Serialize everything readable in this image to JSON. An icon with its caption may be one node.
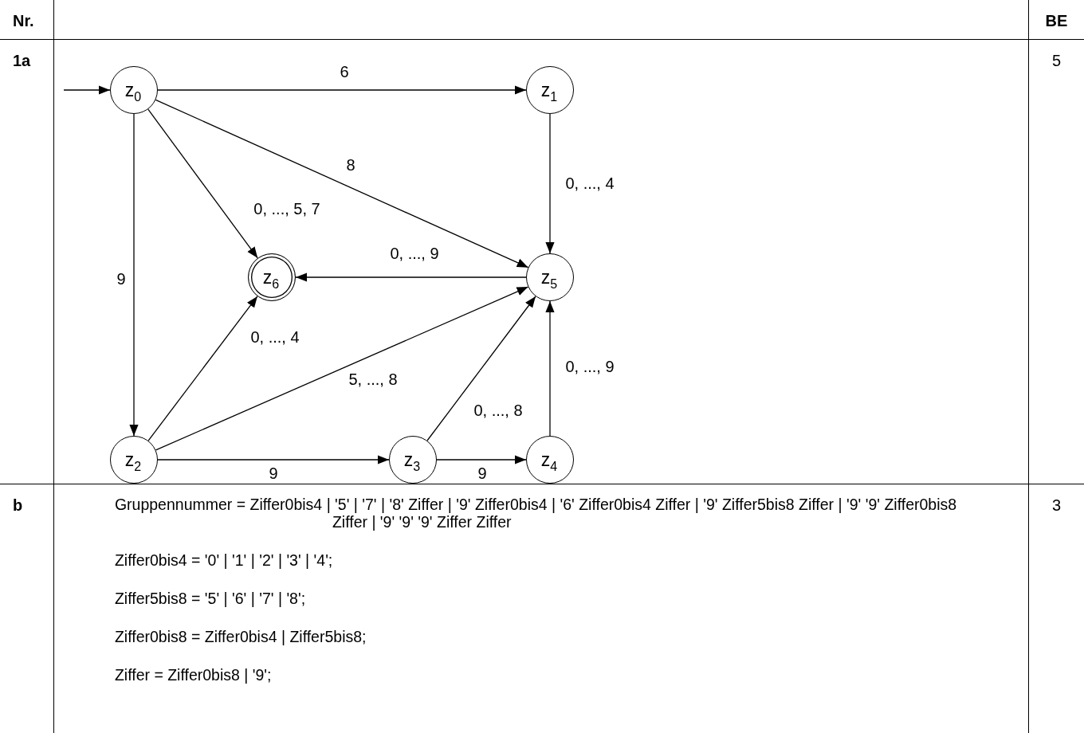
{
  "diagram": {
    "nodes": [
      {
        "text": [
          "z$_{0}$"
        ]
      },
      {
        "text": [
          "z$_{1}$"
        ]
      },
      {
        "text": [
          "z$_{6}$"
        ]
      },
      {
        "text": [
          "z$_{5}$"
        ]
      },
      {
        "text": [
          "z$_{2}$"
        ]
      },
      {
        "text": [
          "z$_{3}$"
        ]
      },
      {
        "text": [
          "z$_{4}$"
        ]
      }
    ],
    "edges": [
      {
        "from": null,
        "to": 0,
        "arrow": "to"
      },
      {
        "from": 0,
        "to": 1,
        "arrow": "to",
        "label": "6"
      },
      {
        "from": 0,
        "to": 3,
        "arrow": "to",
        "label": "8"
      },
      {
        "from": 0,
        "to": 2,
        "arrow": "to",
        "label": "0, ..., 5, 7"
      },
      {
        "from": 0,
        "to": 4,
        "arrow": "to",
        "label": "9"
      },
      {
        "from": 1,
        "to": 3,
        "arrow": "to",
        "label": "0, ..., 4"
      },
      {
        "from": 3,
        "to": 2,
        "arrow": "to",
        "label": "0, ..., 9"
      },
      {
        "from": 4,
        "to": 2,
        "arrow": "to",
        "label": "0, ..., 4"
      },
      {
        "from": 4,
        "to": 3,
        "arrow": "to",
        "label": "5, ..., 8"
      },
      {
        "from": 4,
        "to": 5,
        "arrow": "to",
        "label": "9"
      },
      {
        "from": 5,
        "to": 3,
        "arrow": "to",
        "label": "0, ..., 8"
      },
      {
        "from": 5,
        "to": 6,
        "arrow": "to",
        "label": "9"
      },
      {
        "from": 6,
        "to": 3,
        "arrow": "to",
        "label": "0, ..., 9"
      }
    ],
    "labels": [
      "Nr.",
      "BE",
      "1a",
      "5",
      "b",
      "Gruppennummer = Ziffer0bis4 | '5' | '7' | '8' Ziffer | '9' Ziffer0bis4 | '6' Ziffer0bis4 Ziffer | '9' Ziffer5bis8 Ziffer | '9' '9' Ziffer0bis8 Ziffer | '9' '9' '9' Ziffer Ziffer",
      "3",
      "Ziffer0bis4 = '0' | '1' | '2' | '3' | '4';",
      "Ziffer5bis8 = '5' | '6' | '7' | '8';",
      "Ziffer0bis8 = Ziffer0bis4 | Ziffer5bis8;",
      "Ziffer = Ziffer0bis8 | '9';"
    ]
  }
}
